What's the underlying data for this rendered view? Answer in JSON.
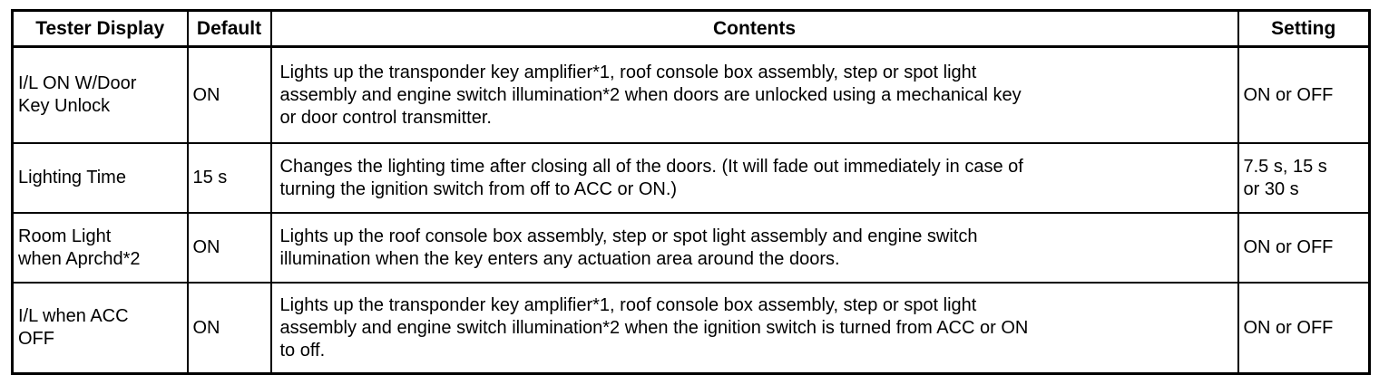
{
  "table": {
    "headers": {
      "tester_display": "Tester Display",
      "default": "Default",
      "contents": "Contents",
      "setting": "Setting"
    },
    "rows": [
      {
        "tester_display": "I/L ON W/Door\nKey Unlock",
        "default": "ON",
        "contents": "Lights up the transponder key amplifier*1, roof console box assembly, step or spot light\nassembly and engine switch illumination*2 when doors are unlocked using a mechanical key\nor door control transmitter.",
        "setting": "ON or OFF"
      },
      {
        "tester_display": "Lighting Time",
        "default": "15 s",
        "contents": "Changes the lighting time after closing all of the doors. (It will fade out immediately in case of\nturning the ignition switch from off to ACC or ON.)",
        "setting": "7.5 s, 15 s\nor 30 s"
      },
      {
        "tester_display": "Room Light\nwhen Aprchd*2",
        "default": "ON",
        "contents": "Lights up the roof console box assembly, step or spot light assembly and engine switch\nillumination when the key enters any actuation area around the doors.",
        "setting": "ON or OFF"
      },
      {
        "tester_display": "I/L when ACC\nOFF",
        "default": "ON",
        "contents": "Lights up the transponder key amplifier*1, roof console box assembly, step or spot light\nassembly and engine switch illumination*2 when the ignition switch is turned from ACC or ON\nto off.",
        "setting": "ON or OFF"
      }
    ]
  },
  "colors": {
    "border": "#000000",
    "background": "#ffffff",
    "text": "#000000"
  }
}
